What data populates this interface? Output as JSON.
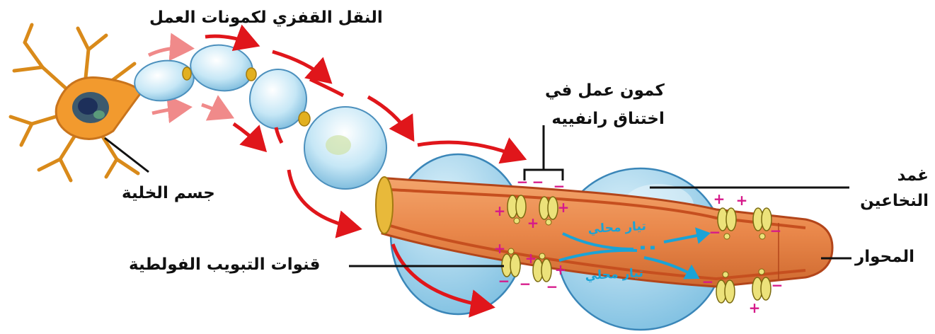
{
  "labels": {
    "saltatory_conduction": "النقل القفزي لكمونات العمل",
    "action_potential_line1": "كمون عمل في",
    "action_potential_line2": "اختناق رانفييه",
    "myelin_sheath_line1": "غمد",
    "myelin_sheath_line2": "النخاعين",
    "cell_body": "جسم الخلية",
    "voltage_gated_channels": "قنوات التبويب الفولطية",
    "axon": "المحوار",
    "local_current_top": "تيار محلي",
    "local_current_bottom": "تيار محلي"
  },
  "charges": {
    "plus": "+",
    "minus": "−"
  },
  "colors": {
    "arrow_red": "#e0161b",
    "myelin_blue": "#9fd4ee",
    "axon_orange": "#e9874a",
    "current_blue": "#1aa3d6",
    "charge_magenta": "#d6198a",
    "channel_yellow": "#ece27a"
  }
}
